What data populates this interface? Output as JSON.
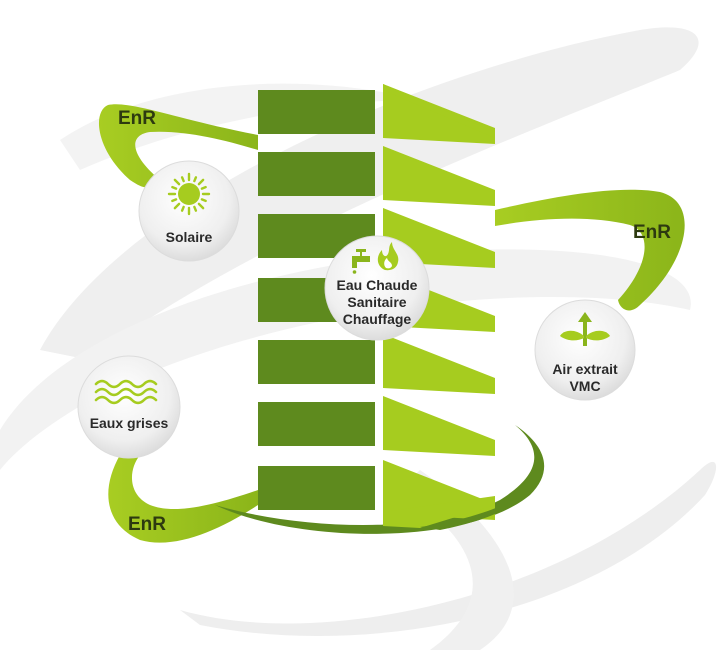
{
  "enr_labels": [
    "EnR",
    "EnR",
    "EnR"
  ],
  "nodes": {
    "solaire": {
      "lines": [
        "Solaire"
      ],
      "icon": "sun-icon"
    },
    "eau_chaude": {
      "lines": [
        "Eau Chaude",
        "Sanitaire",
        "Chauffage"
      ],
      "icon": "tap-flame-icon"
    },
    "air_extrait": {
      "lines": [
        "Air extrait",
        "VMC"
      ],
      "icon": "fan-arrow-icon"
    },
    "eaux_grises": {
      "lines": [
        "Eaux grises"
      ],
      "icon": "waves-icon"
    }
  },
  "colors": {
    "dark_green": "#5e8a1e",
    "light_green": "#a6cc1f",
    "swoosh": "#ececec",
    "node_fill": "#f1f1f1",
    "text": "#2a2a2a"
  }
}
